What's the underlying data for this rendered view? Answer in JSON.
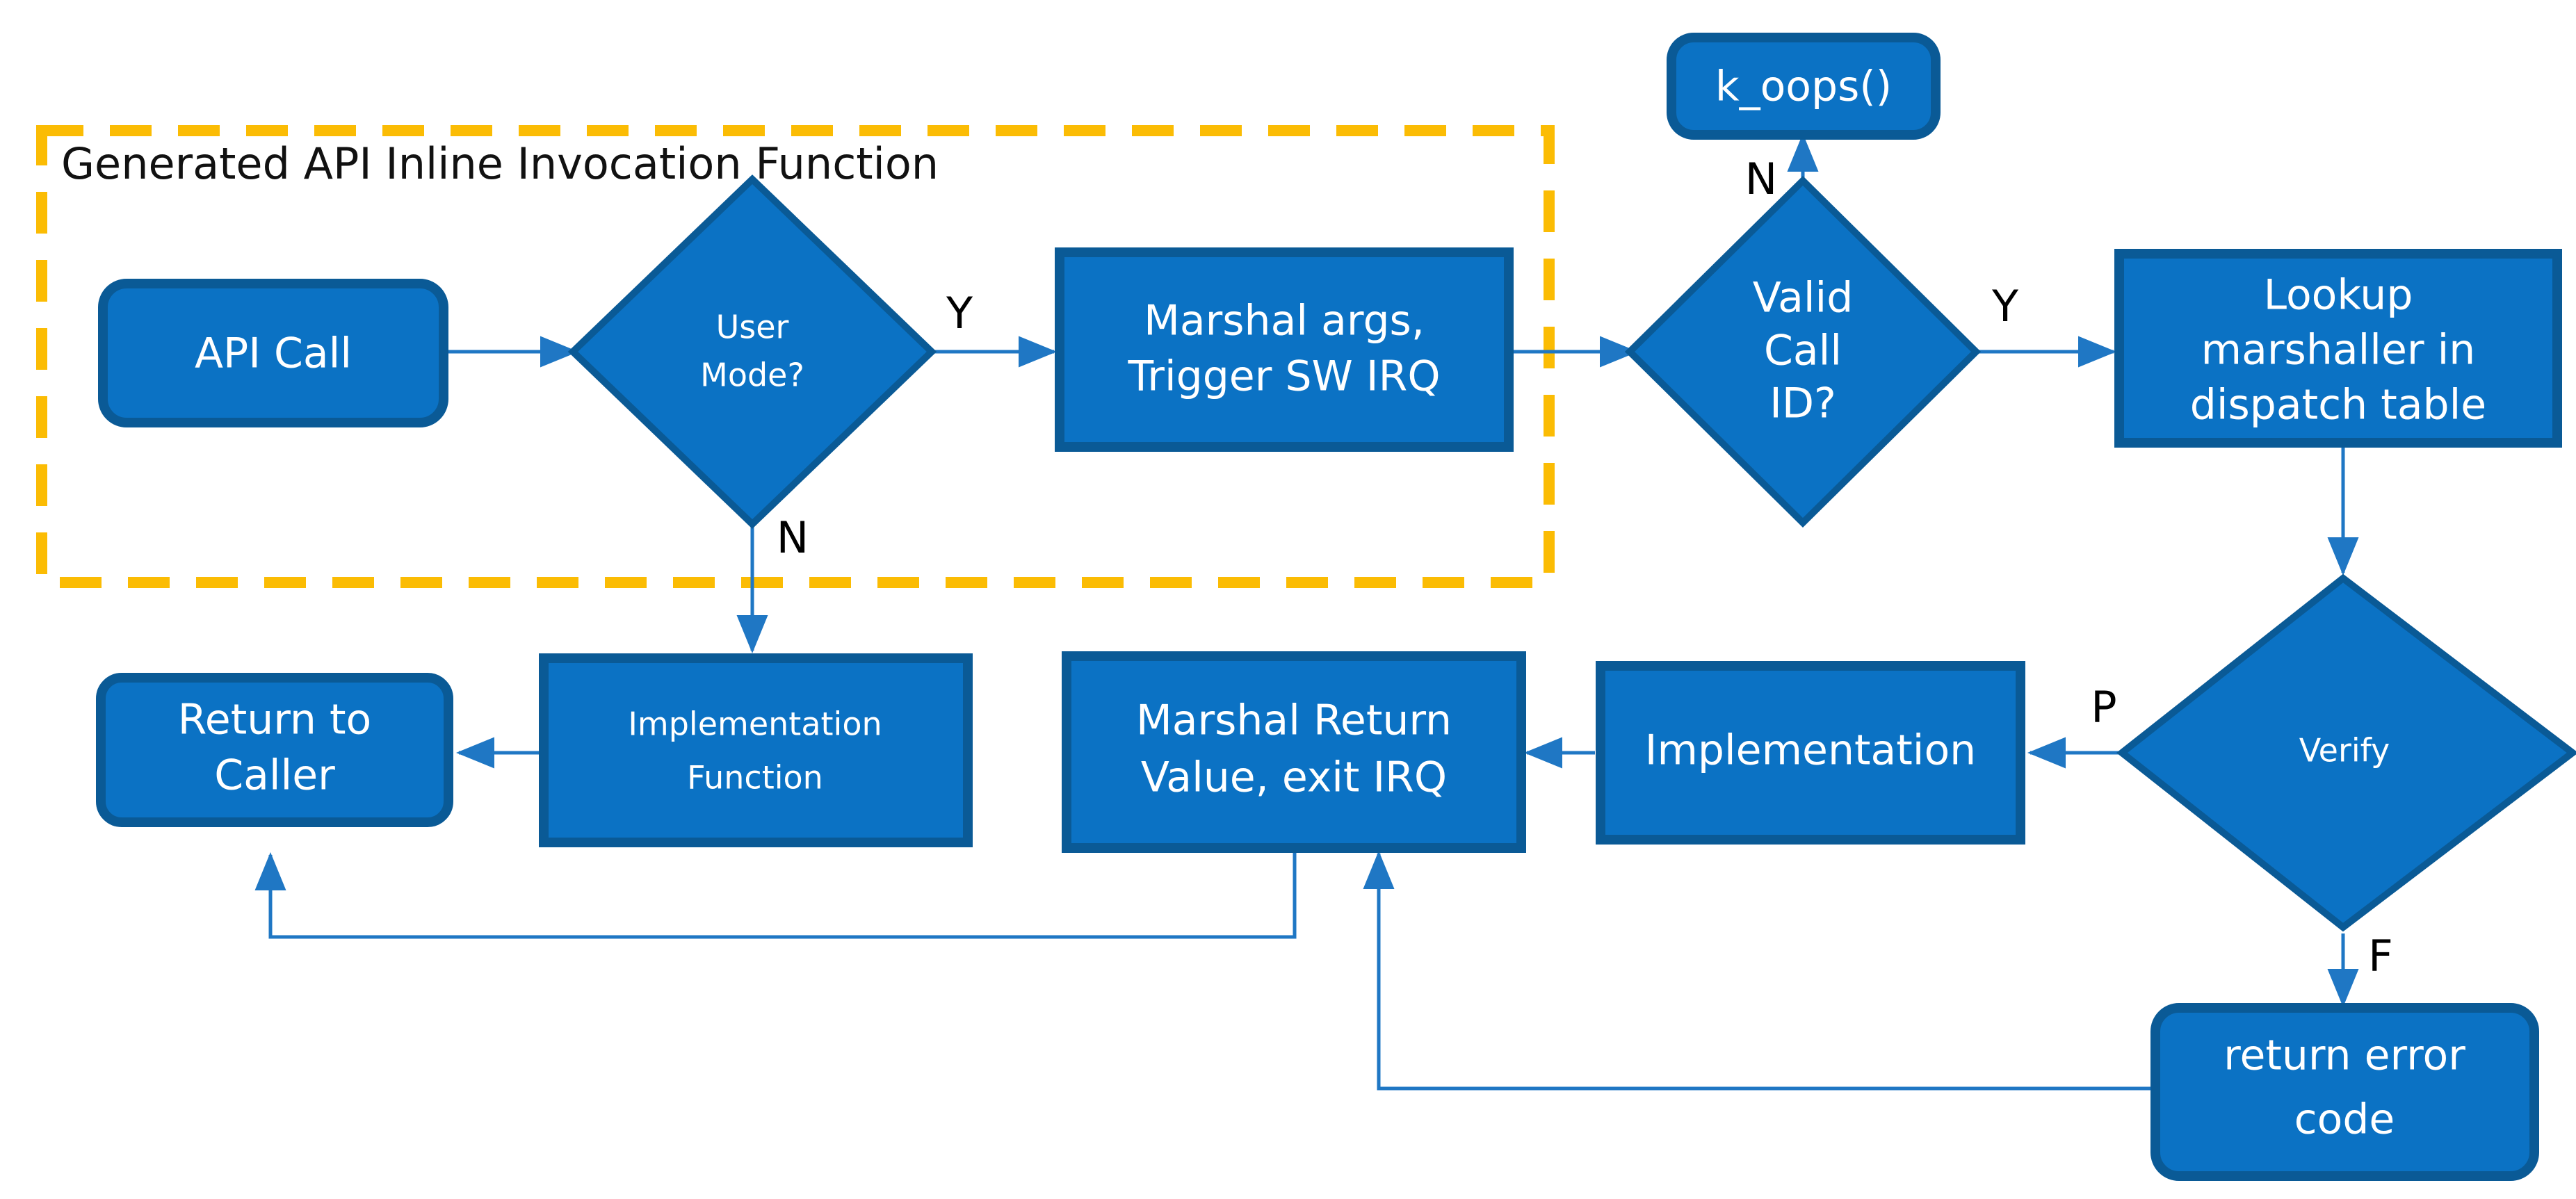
{
  "diagram": {
    "title": "Generated API Inline Invocation Function",
    "colors": {
      "node_fill": "#0b72c4",
      "node_border": "#0a5a96",
      "edge": "#1f77c4",
      "group_border": "#fbbc04",
      "node_text": "#ffffff",
      "label_text": "#000000",
      "background": "#ffffff"
    },
    "group": {
      "label": "Generated API Inline Invocation Function"
    },
    "nodes": [
      {
        "id": "api-call",
        "label": "API Call",
        "shape": "rounded-rect"
      },
      {
        "id": "user-mode",
        "label_line1": "User",
        "label_line2": "Mode?",
        "shape": "diamond"
      },
      {
        "id": "marshal-args",
        "label_line1": "Marshal args,",
        "label_line2": "Trigger SW IRQ",
        "shape": "rect"
      },
      {
        "id": "valid-call-id",
        "label_line1": "Valid",
        "label_line2": "Call",
        "label_line3": "ID?",
        "shape": "diamond"
      },
      {
        "id": "k-oops",
        "label": "k_oops()",
        "shape": "rounded-rect"
      },
      {
        "id": "lookup-marshaller",
        "label_line1": "Lookup",
        "label_line2": "marshaller in",
        "label_line3": "dispatch table",
        "shape": "rect"
      },
      {
        "id": "verify",
        "label": "Verify",
        "shape": "diamond"
      },
      {
        "id": "implementation",
        "label": "Implementation",
        "shape": "rect"
      },
      {
        "id": "marshal-return",
        "label_line1": "Marshal Return",
        "label_line2": "Value, exit IRQ",
        "shape": "rect"
      },
      {
        "id": "impl-function",
        "label_line1": "Implementation",
        "label_line2": "Function",
        "shape": "rect"
      },
      {
        "id": "return-to-caller",
        "label_line1": "Return to",
        "label_line2": "Caller",
        "shape": "rounded-rect"
      },
      {
        "id": "return-error-code",
        "label_line1": "return error",
        "label_line2": "code",
        "shape": "rounded-rect"
      }
    ],
    "edge_labels": {
      "user_mode_yes": "Y",
      "user_mode_no": "N",
      "valid_call_id_no": "N",
      "valid_call_id_yes": "Y",
      "verify_pass": "P",
      "verify_fail": "F"
    }
  }
}
